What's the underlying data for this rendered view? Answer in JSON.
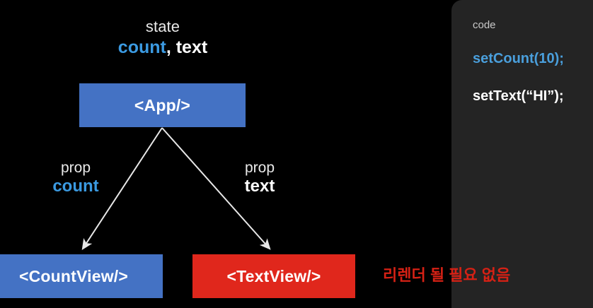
{
  "diagram": {
    "state_caption": {
      "label": "state",
      "var_count": "count",
      "var_rest": ", text"
    },
    "nodes": [
      {
        "id": "app",
        "label": "<App/>",
        "color": "#4472c4"
      },
      {
        "id": "countview",
        "label": "<CountView/>",
        "color": "#4472c4"
      },
      {
        "id": "textview",
        "label": "<TextView/>",
        "color": "#e0271c"
      }
    ],
    "props": [
      {
        "id": "count",
        "label": "prop",
        "name": "count",
        "color": "#3b9ae1"
      },
      {
        "id": "text",
        "label": "prop",
        "name": "text",
        "color": "#ffffff"
      }
    ],
    "note": {
      "text": "리렌더 될 필요 없음",
      "color": "#d62115"
    },
    "arrows": [
      {
        "id": "app-to-countview",
        "color": "#ffffff"
      },
      {
        "id": "app-to-textview",
        "color": "#ffffff"
      }
    ]
  },
  "code_panel": {
    "label": "code",
    "background": "#242424",
    "lines": [
      {
        "id": "setcount",
        "text": "setCount(10);",
        "color": "#4a9fdc"
      },
      {
        "id": "settext",
        "text": "setText(“HI”);",
        "color": "#ffffff"
      }
    ]
  }
}
